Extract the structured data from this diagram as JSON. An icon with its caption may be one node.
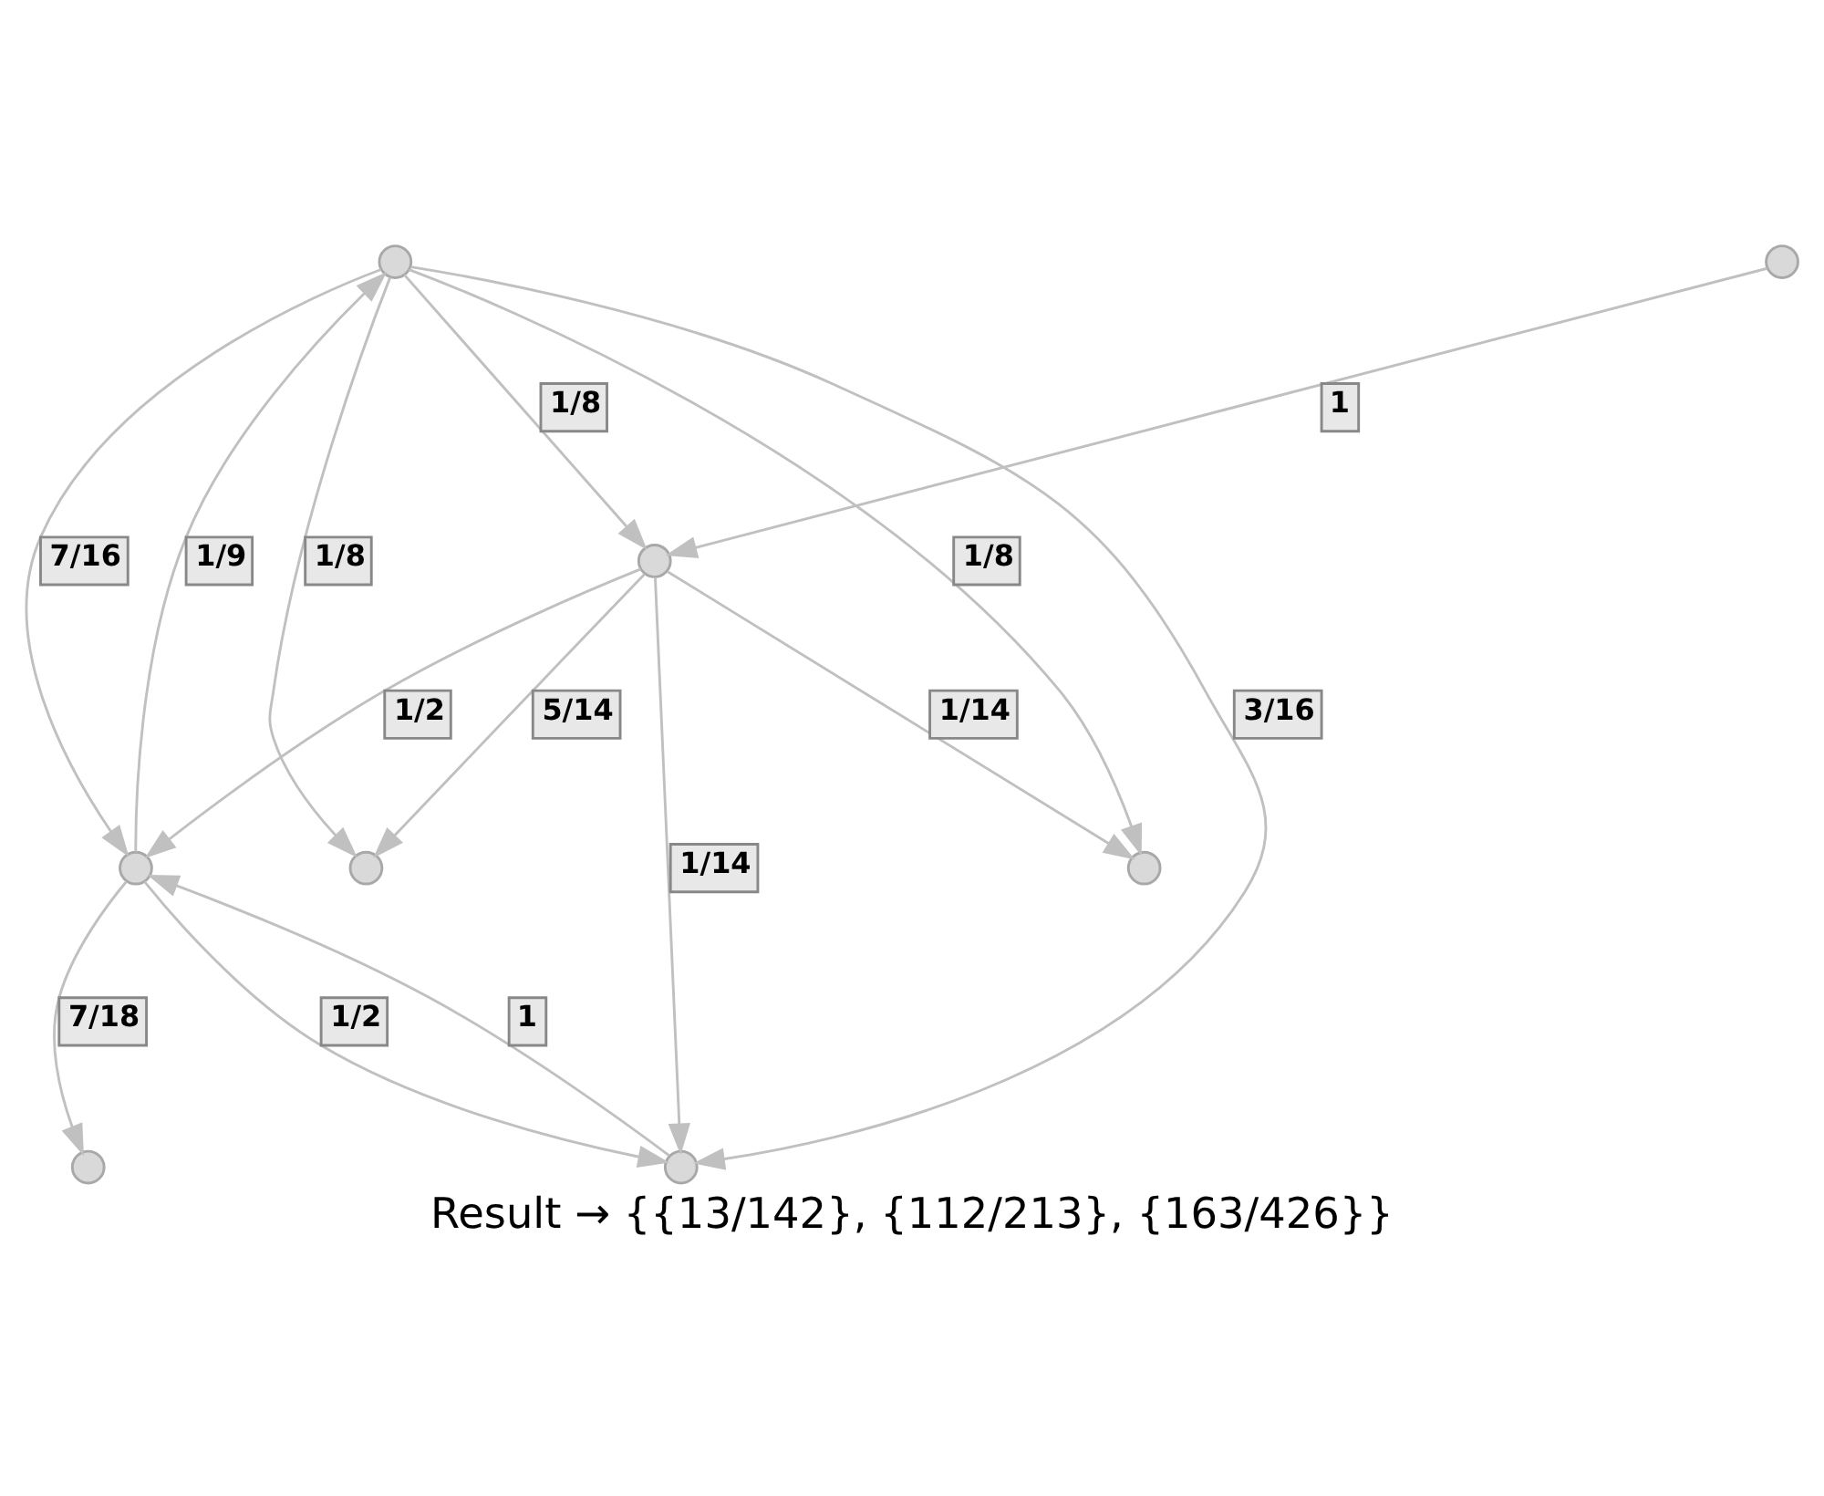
{
  "diagram": {
    "caption": "Result → {{13/142}, {112/213}, {163/426}}",
    "nodes": [
      {
        "text": [],
        "shape": "circle"
      },
      {
        "text": [],
        "shape": "circle"
      },
      {
        "text": [],
        "shape": "circle"
      },
      {
        "text": [],
        "shape": "circle"
      },
      {
        "text": [],
        "shape": "circle"
      },
      {
        "text": [],
        "shape": "circle"
      },
      {
        "text": [],
        "shape": "circle"
      },
      {
        "text": [],
        "shape": "circle"
      }
    ],
    "edges": [
      {
        "from": 0,
        "to": 6,
        "arrow": "to",
        "label": "3/16"
      },
      {
        "from": 0,
        "to": 3,
        "arrow": "to",
        "label": "1/8"
      },
      {
        "from": 0,
        "to": 4,
        "arrow": "to",
        "label": "1/8"
      },
      {
        "from": 5,
        "to": 0,
        "arrow": "to",
        "label": "1/9"
      },
      {
        "from": 0,
        "to": 5,
        "arrow": "to",
        "label": "7/16"
      },
      {
        "from": 0,
        "to": 2,
        "arrow": "to",
        "label": "1/8"
      },
      {
        "from": 1,
        "to": 2,
        "arrow": "to",
        "label": "1"
      },
      {
        "from": 2,
        "to": 3,
        "arrow": "to",
        "label": "1/14"
      },
      {
        "from": 2,
        "to": 4,
        "arrow": "to",
        "label": "5/14"
      },
      {
        "from": 2,
        "to": 5,
        "arrow": "to",
        "label": "1/2"
      },
      {
        "from": 2,
        "to": 6,
        "arrow": "to",
        "label": "1/14"
      },
      {
        "from": 6,
        "to": 5,
        "arrow": "to",
        "label": "1"
      },
      {
        "from": 5,
        "to": 6,
        "arrow": "to",
        "label": "1/2"
      },
      {
        "from": 5,
        "to": 7,
        "arrow": "to",
        "label": "7/18"
      }
    ]
  }
}
